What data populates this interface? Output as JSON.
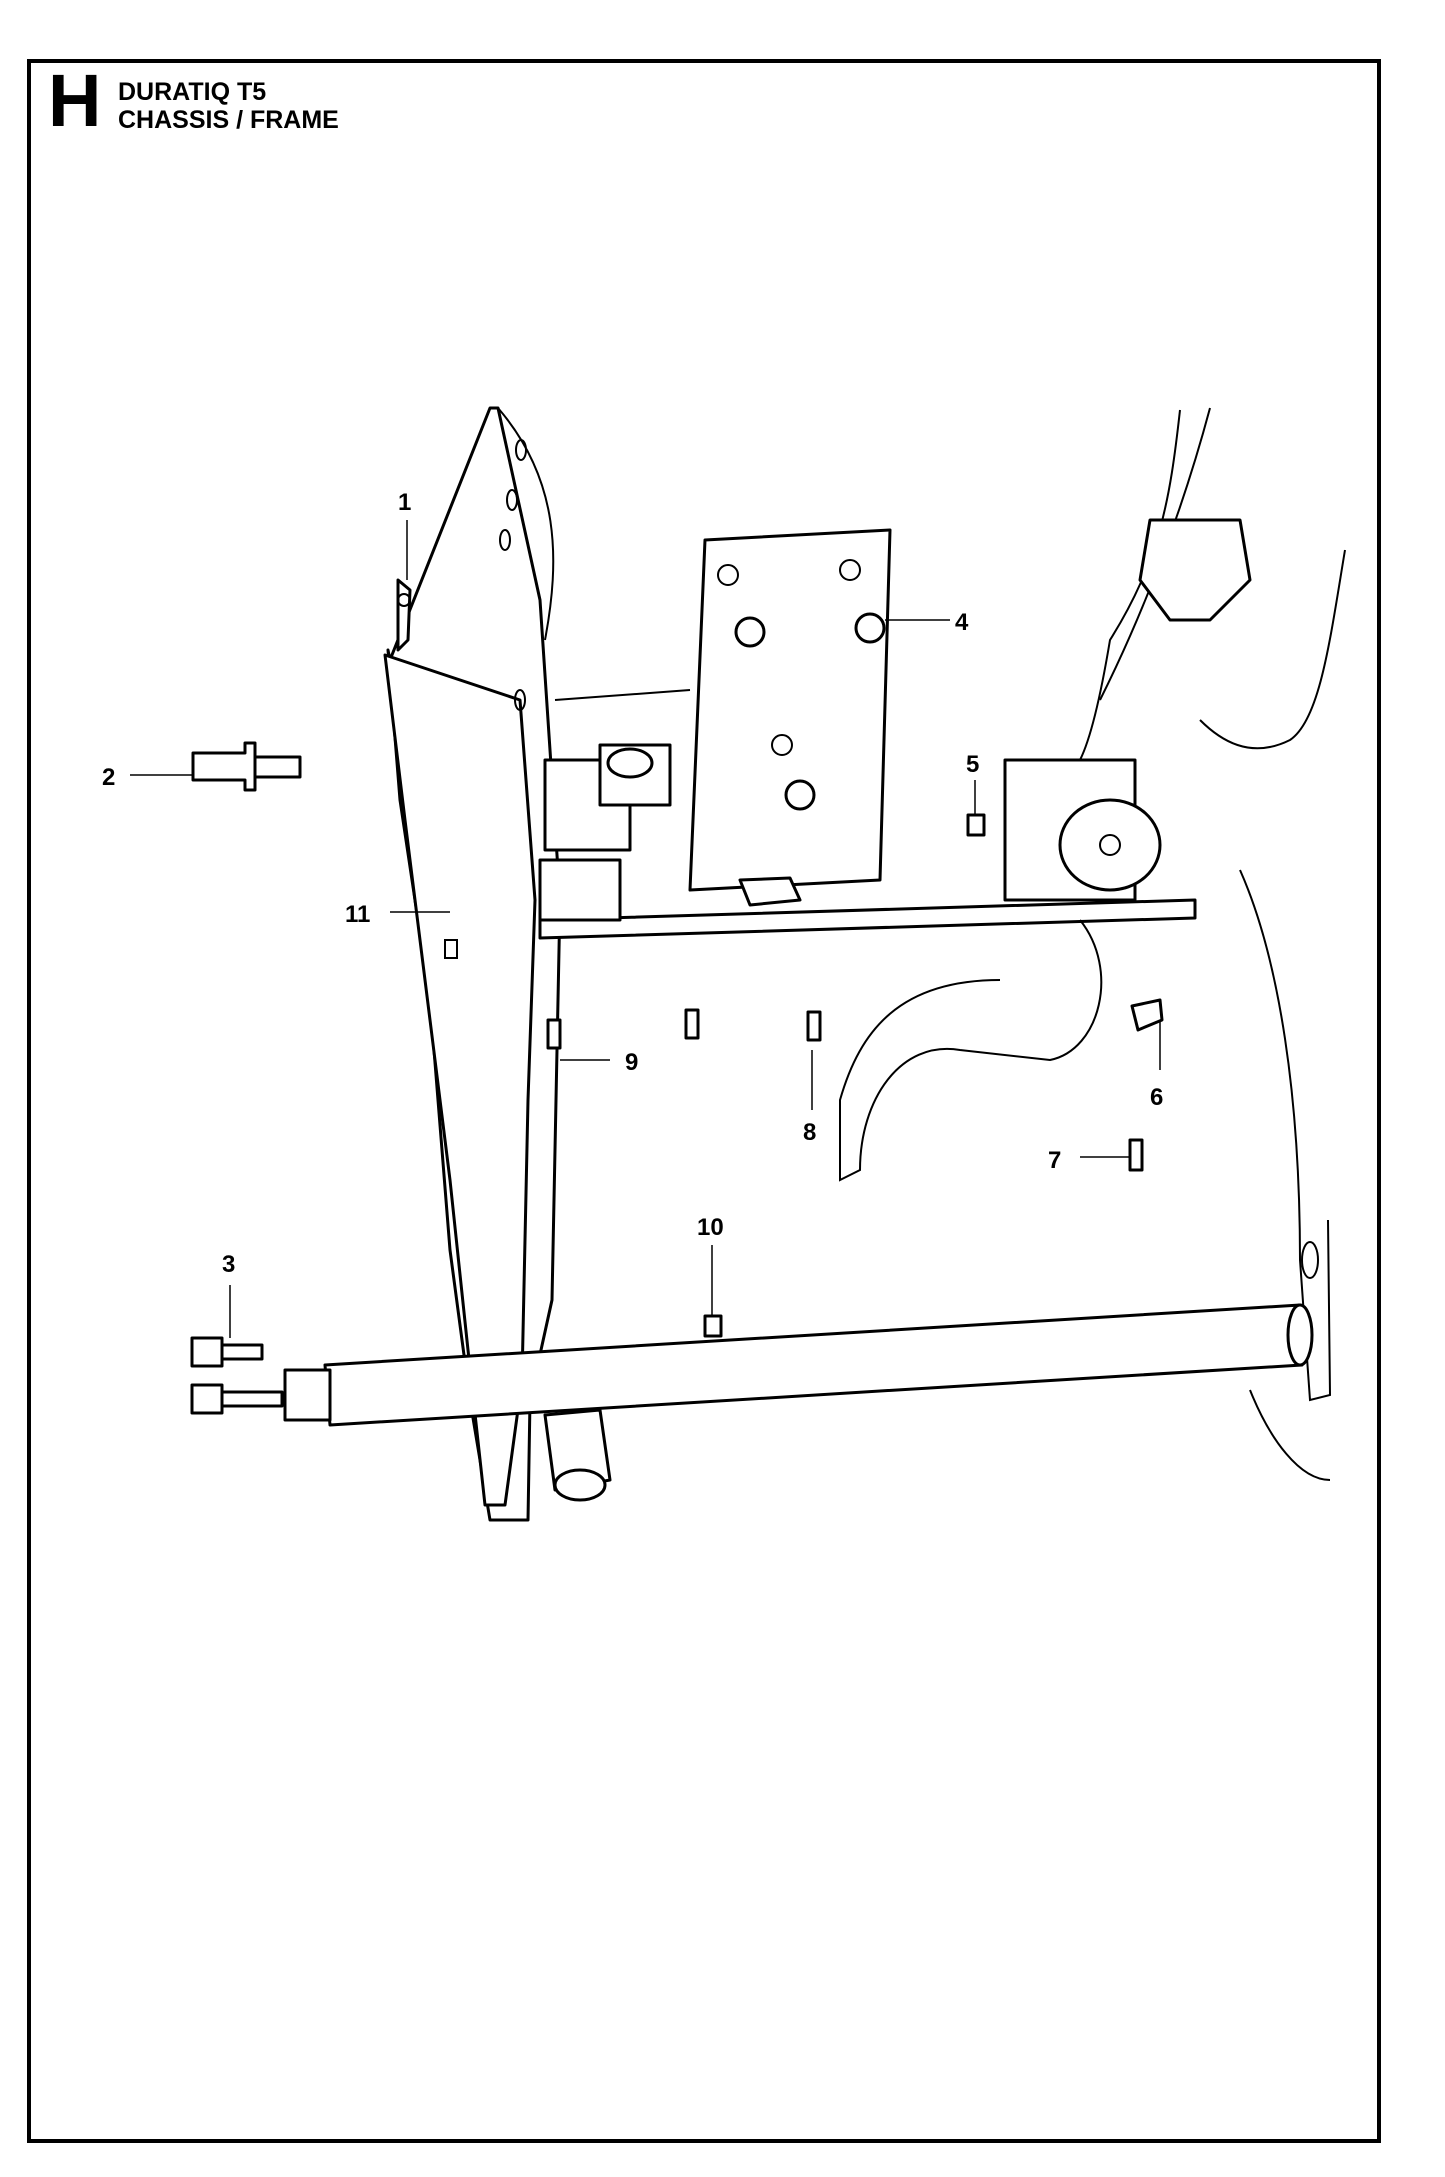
{
  "header": {
    "section_letter": "H",
    "model": "DURATIQ T5",
    "section_title": "CHASSIS / FRAME"
  },
  "callouts": [
    "1",
    "2",
    "3",
    "4",
    "5",
    "6",
    "7",
    "8",
    "9",
    "10",
    "11"
  ]
}
